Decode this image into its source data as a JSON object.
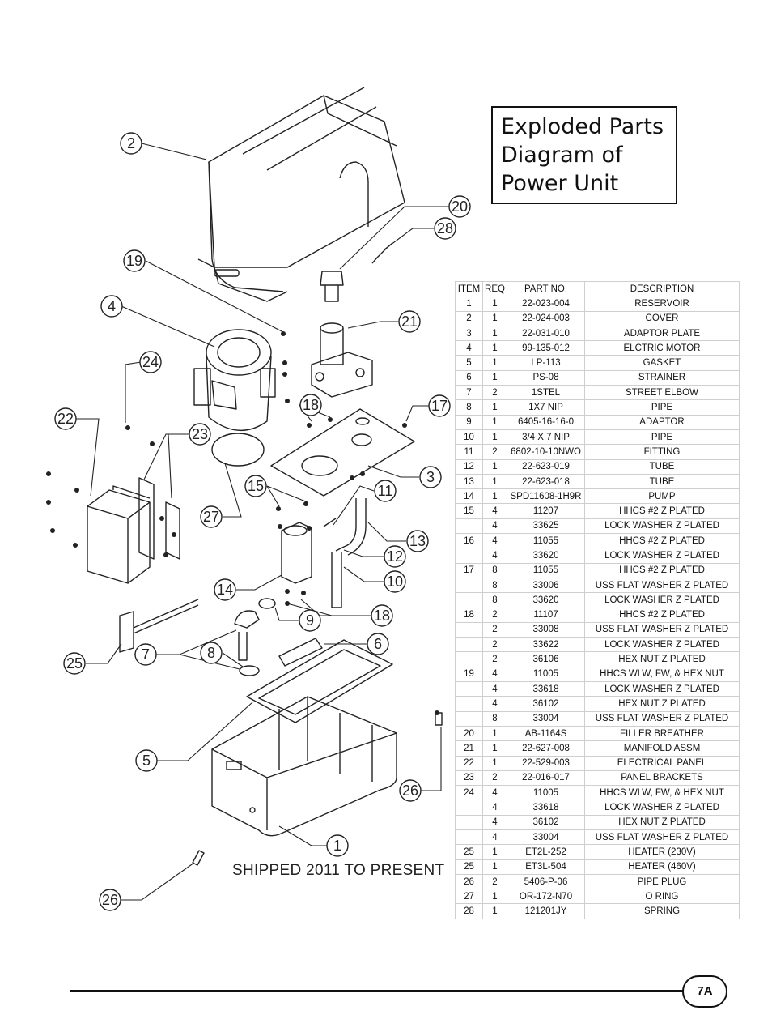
{
  "title_lines": [
    "Exploded Parts",
    "Diagram of",
    "Power Unit"
  ],
  "shipped_note": "SHIPPED 2011 TO PRESENT",
  "page_number": "7A",
  "callouts": [
    "2",
    "19",
    "4",
    "24",
    "22",
    "23",
    "27",
    "25",
    "7",
    "8",
    "5",
    "26",
    "1",
    "14",
    "15",
    "11",
    "13",
    "12",
    "10",
    "18",
    "9",
    "6",
    "26",
    "20",
    "28",
    "21",
    "17",
    "3",
    "18"
  ],
  "table": {
    "headers": [
      "ITEM",
      "REQ",
      "PART NO.",
      "DESCRIPTION"
    ],
    "rows": [
      [
        "1",
        "1",
        "22-023-004",
        "RESERVOIR"
      ],
      [
        "2",
        "1",
        "22-024-003",
        "COVER"
      ],
      [
        "3",
        "1",
        "22-031-010",
        "ADAPTOR PLATE"
      ],
      [
        "4",
        "1",
        "99-135-012",
        "ELCTRIC MOTOR"
      ],
      [
        "5",
        "1",
        "LP-113",
        "GASKET"
      ],
      [
        "6",
        "1",
        "PS-08",
        "STRAINER"
      ],
      [
        "7",
        "2",
        "1STEL",
        "STREET ELBOW"
      ],
      [
        "8",
        "1",
        "1X7 NIP",
        "PIPE"
      ],
      [
        "9",
        "1",
        "6405-16-16-0",
        "ADAPTOR"
      ],
      [
        "10",
        "1",
        "3/4 X 7 NIP",
        "PIPE"
      ],
      [
        "11",
        "2",
        "6802-10-10NWO",
        "FITTING"
      ],
      [
        "12",
        "1",
        "22-623-019",
        "TUBE"
      ],
      [
        "13",
        "1",
        "22-623-018",
        "TUBE"
      ],
      [
        "14",
        "1",
        "SPD11608-1H9R",
        "PUMP"
      ],
      [
        "15",
        "4",
        "11207",
        "HHCS #2 Z PLATED"
      ],
      [
        "",
        "4",
        "33625",
        "LOCK WASHER Z PLATED"
      ],
      [
        "16",
        "4",
        "11055",
        "HHCS #2 Z PLATED"
      ],
      [
        "",
        "4",
        "33620",
        "LOCK WASHER Z PLATED"
      ],
      [
        "17",
        "8",
        "11055",
        "HHCS #2 Z PLATED"
      ],
      [
        "",
        "8",
        "33006",
        "USS FLAT WASHER Z PLATED"
      ],
      [
        "",
        "8",
        "33620",
        "LOCK WASHER Z PLATED"
      ],
      [
        "18",
        "2",
        "11107",
        "HHCS #2 Z PLATED"
      ],
      [
        "",
        "2",
        "33008",
        "USS FLAT WASHER Z PLATED"
      ],
      [
        "",
        "2",
        "33622",
        "LOCK WASHER Z PLATED"
      ],
      [
        "",
        "2",
        "36106",
        "HEX NUT Z PLATED"
      ],
      [
        "19",
        "4",
        "11005",
        "HHCS WLW, FW, & HEX NUT"
      ],
      [
        "",
        "4",
        "33618",
        "LOCK WASHER Z PLATED"
      ],
      [
        "",
        "4",
        "36102",
        "HEX NUT Z PLATED"
      ],
      [
        "",
        "8",
        "33004",
        "USS FLAT WASHER Z PLATED"
      ],
      [
        "20",
        "1",
        "AB-1164S",
        "FILLER BREATHER"
      ],
      [
        "21",
        "1",
        "22-627-008",
        "MANIFOLD ASSM"
      ],
      [
        "22",
        "1",
        "22-529-003",
        "ELECTRICAL PANEL"
      ],
      [
        "23",
        "2",
        "22-016-017",
        "PANEL BRACKETS"
      ],
      [
        "24",
        "4",
        "11005",
        "HHCS WLW, FW, & HEX NUT"
      ],
      [
        "",
        "4",
        "33618",
        "LOCK WASHER Z PLATED"
      ],
      [
        "",
        "4",
        "36102",
        "HEX NUT Z PLATED"
      ],
      [
        "",
        "4",
        "33004",
        "USS FLAT WASHER Z PLATED"
      ],
      [
        "25",
        "1",
        "ET2L-252",
        "HEATER (230V)"
      ],
      [
        "25",
        "1",
        "ET3L-504",
        "HEATER (460V)"
      ],
      [
        "26",
        "2",
        "5406-P-06",
        "PIPE PLUG"
      ],
      [
        "27",
        "1",
        "OR-172-N70",
        "O RING"
      ],
      [
        "28",
        "1",
        "121201JY",
        "SPRING"
      ]
    ]
  }
}
